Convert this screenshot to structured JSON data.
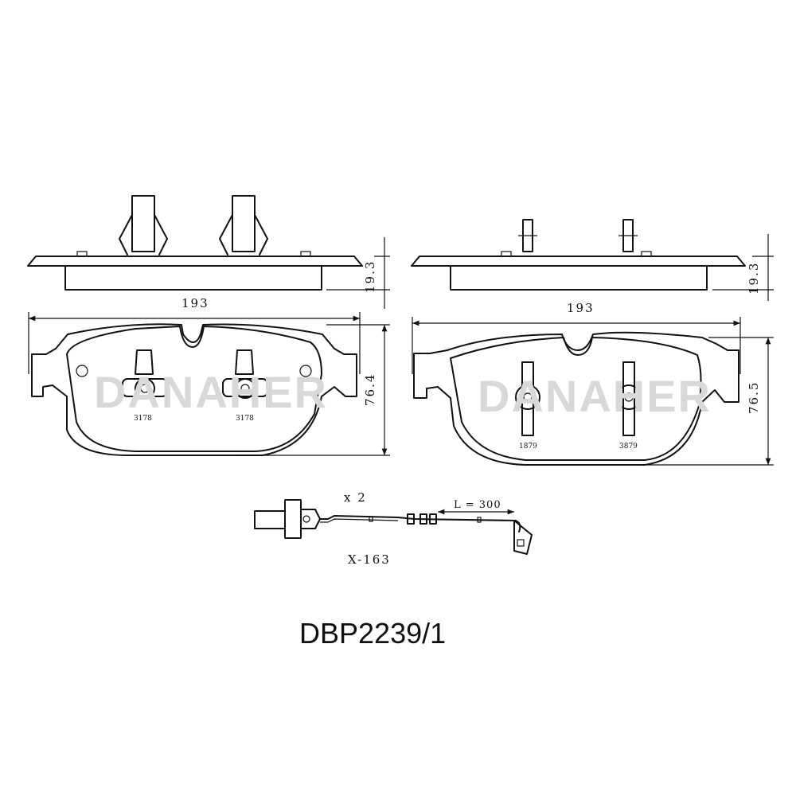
{
  "left_pad": {
    "width_label": "193",
    "height_label": "76.4",
    "thickness_label": "19.3",
    "sensor_labels": [
      "3178",
      "3178"
    ],
    "watermark": "DANAHER"
  },
  "right_pad": {
    "width_label": "193",
    "height_label": "76.5",
    "thickness_label": "19.3",
    "sensor_labels": [
      "1879",
      "3879"
    ],
    "watermark": "DANAHER"
  },
  "wear_sensor": {
    "quantity_label": "x 2",
    "length_label": "L = 300",
    "code_label": "X-163"
  },
  "part_number": "DBP2239/1"
}
